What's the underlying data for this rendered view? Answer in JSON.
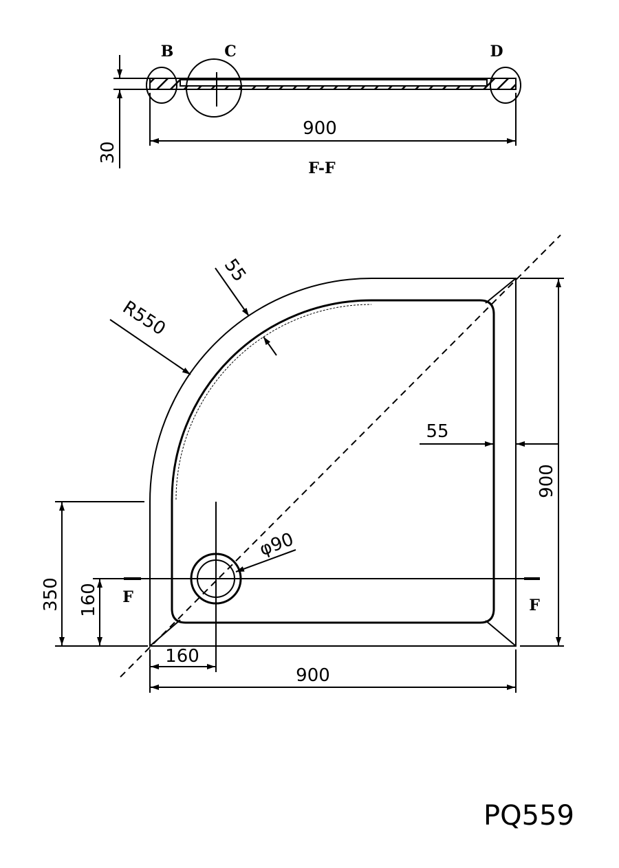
{
  "section": {
    "labels": {
      "b": "B",
      "c": "C",
      "d": "D"
    },
    "height_dim": "30",
    "width_dim": "900",
    "title": "F-F"
  },
  "plan": {
    "radius_dim": "R550",
    "rim_arc_dim": "55",
    "rim_side_dim": "55",
    "drain_dim": "φ90",
    "height_dim": "900",
    "width_dim": "900",
    "drain_x_dim": "160",
    "drain_y_dim": "160",
    "straight_dim": "350",
    "section_mark_left": "F",
    "section_mark_right": "F"
  },
  "model": "PQ559"
}
